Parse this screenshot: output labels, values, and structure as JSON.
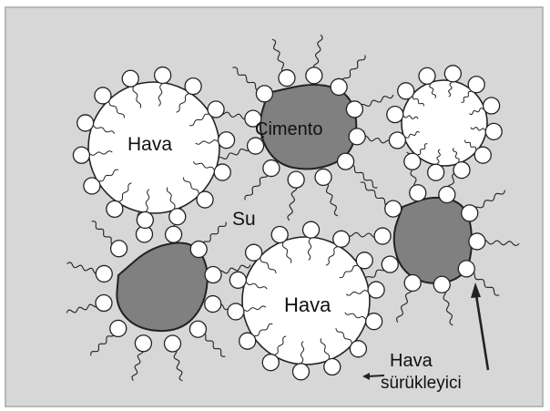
{
  "labels": {
    "air_1": "Hava",
    "cement": "Çimento",
    "water": "Su",
    "air_2": "Hava",
    "air_entrainer_line1": "Hava",
    "air_entrainer_line2": "sürükleyici"
  },
  "colors": {
    "background": "#d7d7d7",
    "frame_border": "#b7b7b7",
    "bubble_fill": "#ffffff",
    "cement_fill": "#808080",
    "stroke": "#222222"
  }
}
